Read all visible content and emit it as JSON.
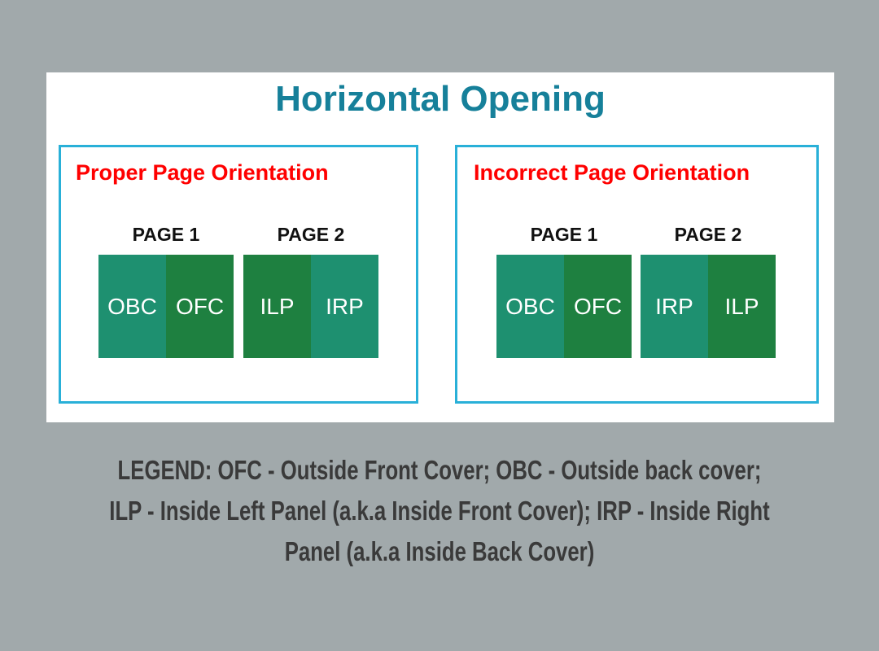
{
  "title": "Horizontal Opening",
  "panels": [
    {
      "heading": "Proper Page Orientation",
      "pages": [
        {
          "label": "PAGE 1",
          "cells": [
            "OBC",
            "OFC"
          ]
        },
        {
          "label": "PAGE 2",
          "cells": [
            "ILP",
            "IRP"
          ]
        }
      ]
    },
    {
      "heading": "Incorrect Page Orientation",
      "pages": [
        {
          "label": "PAGE 1",
          "cells": [
            "OBC",
            "OFC"
          ]
        },
        {
          "label": "PAGE 2",
          "cells": [
            "IRP",
            "ILP"
          ]
        }
      ]
    }
  ],
  "legend": [
    "LEGEND: OFC - Outside Front Cover; OBC - Outside back cover;",
    "ILP - Inside Left Panel (a.k.a Inside Front Cover); IRP - Inside Right",
    "Panel (a.k.a Inside Back Cover)"
  ]
}
